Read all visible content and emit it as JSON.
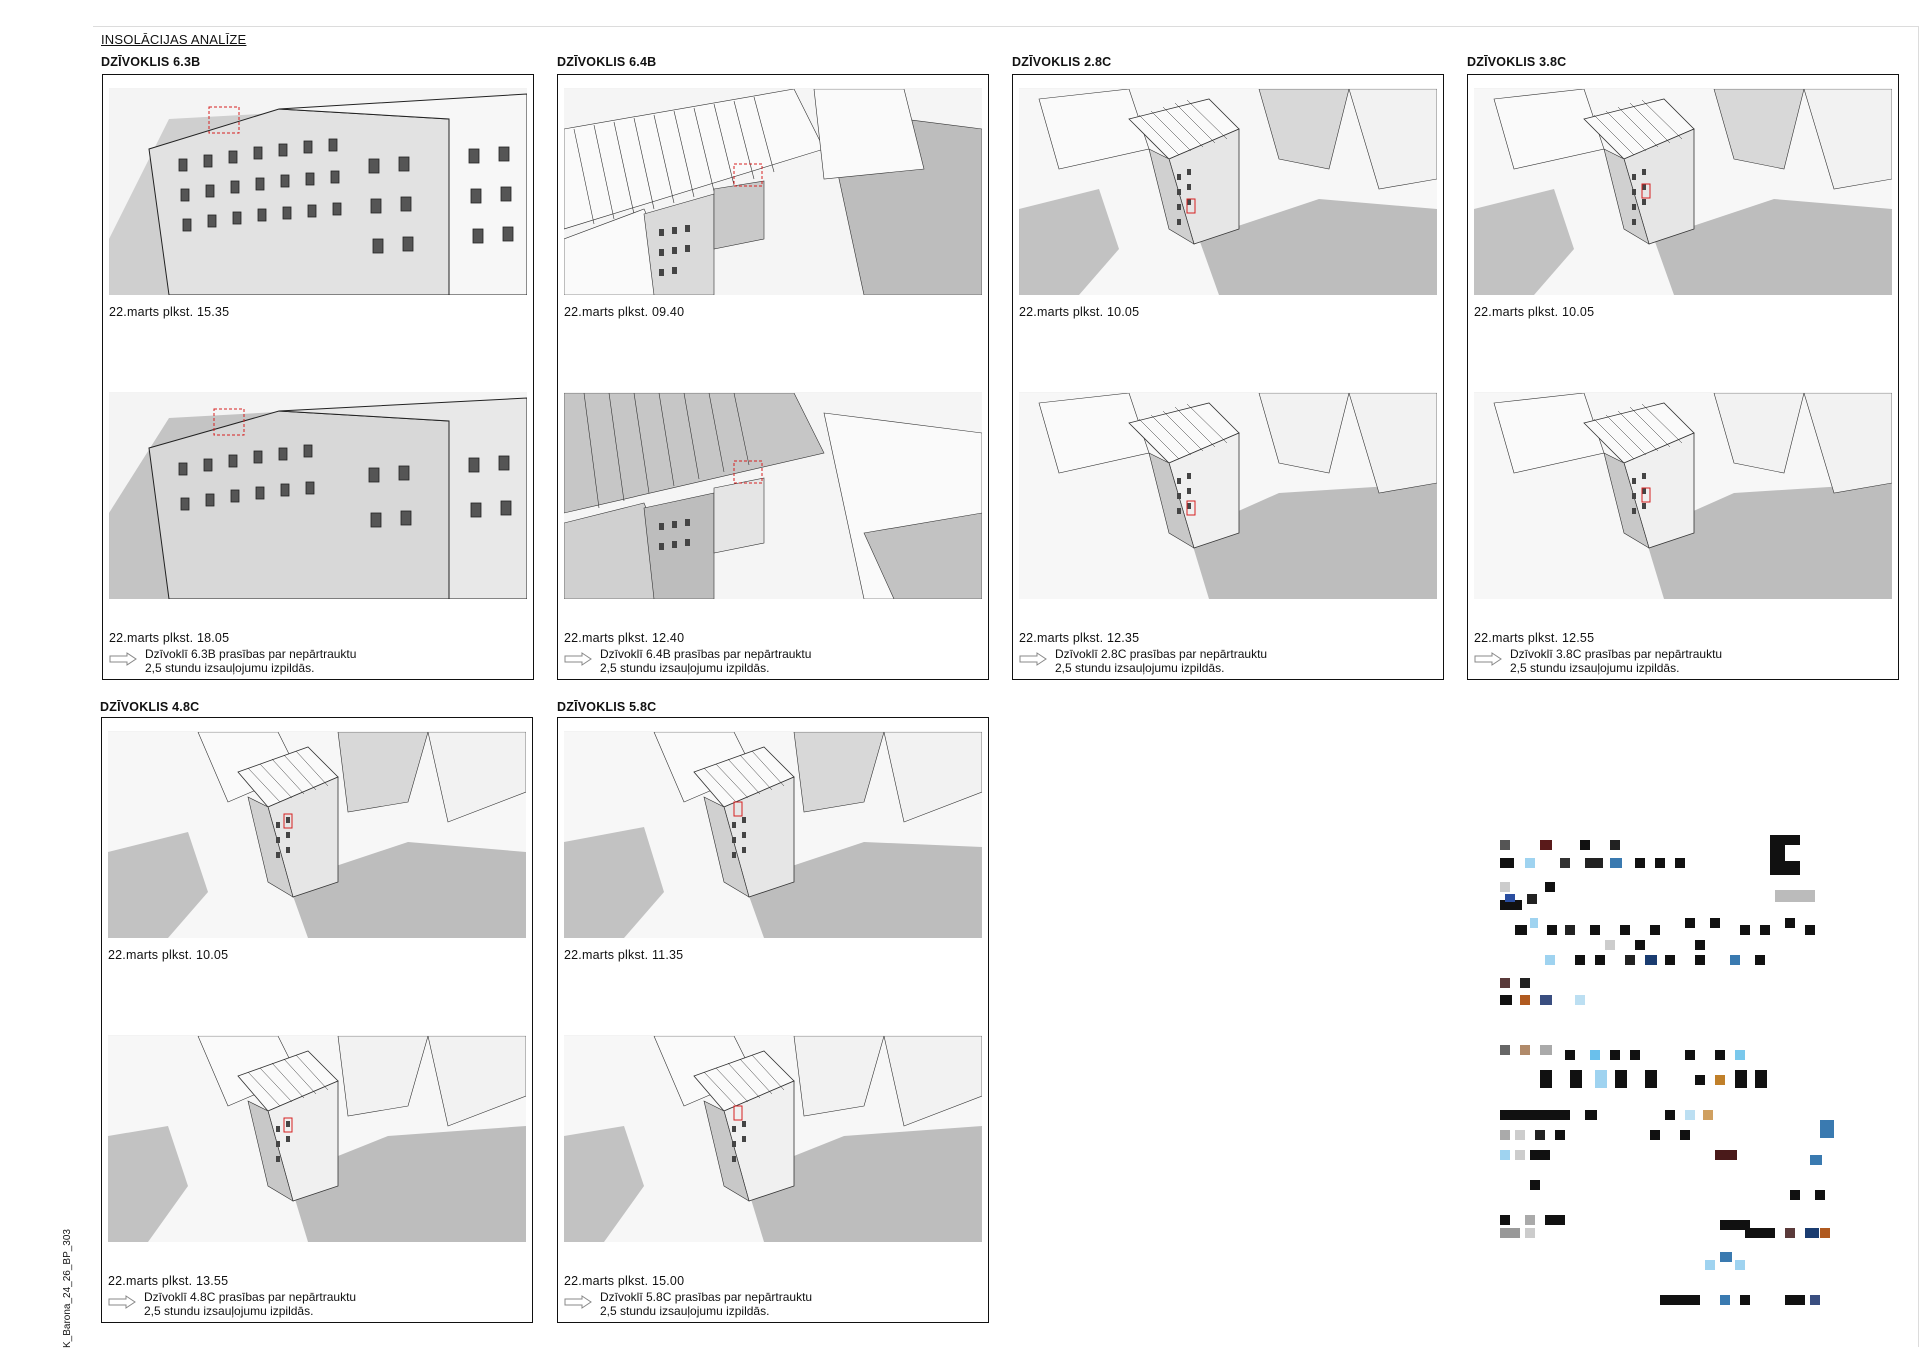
{
  "sheet": {
    "title": "INSOLĀCIJAS ANALĪZE",
    "side_code": "K_Barona_24_26_BP_303"
  },
  "apartments": [
    {
      "label": "DZĪVOKLIS 6.3B",
      "time1": "22.marts plkst. 15.35",
      "time2": "22.marts plkst. 18.05",
      "note_line1": "Dzīvoklī 6.3B prasības par nepārtrauktu",
      "note_line2": "2,5 stundu izsauļojumu izpildās."
    },
    {
      "label": "DZĪVOKLIS 6.4B",
      "time1": "22.marts plkst. 09.40",
      "time2": "22.marts plkst. 12.40",
      "note_line1": "Dzīvoklī 6.4B prasības par nepārtrauktu",
      "note_line2": "2,5 stundu izsauļojumu izpildās."
    },
    {
      "label": "DZĪVOKLIS 2.8C",
      "time1": "22.marts plkst. 10.05",
      "time2": "22.marts plkst. 12.35",
      "note_line1": "Dzīvoklī 2.8C prasības par nepārtrauktu",
      "note_line2": "2,5 stundu izsauļojumu izpildās."
    },
    {
      "label": "DZĪVOKLIS 3.8C",
      "time1": "22.marts plkst. 10.05",
      "time2": "22.marts plkst. 12.55",
      "note_line1": "Dzīvoklī 3.8C prasības par nepārtrauktu",
      "note_line2": "2,5 stundu izsauļojumu izpildās."
    },
    {
      "label": "DZĪVOKLIS 4.8C",
      "time1": "22.marts plkst. 10.05",
      "time2": "22.marts plkst. 13.55",
      "note_line1": "Dzīvoklī 4.8C prasības par nepārtrauktu",
      "note_line2": "2,5 stundu izsauļojumu izpildās."
    },
    {
      "label": "DZĪVOKLIS 5.8C",
      "time1": "22.marts plkst. 11.35",
      "time2": "22.marts plkst. 15.00",
      "note_line1": "Dzīvoklī 5.8C prasības par nepārtrauktu",
      "note_line2": "2,5 stundu izsauļojumu izpildās."
    }
  ],
  "colors": {
    "shadow": "#bdbdbd",
    "facade": "#d4d4d4",
    "line": "#222222",
    "marker": "#d62020"
  }
}
